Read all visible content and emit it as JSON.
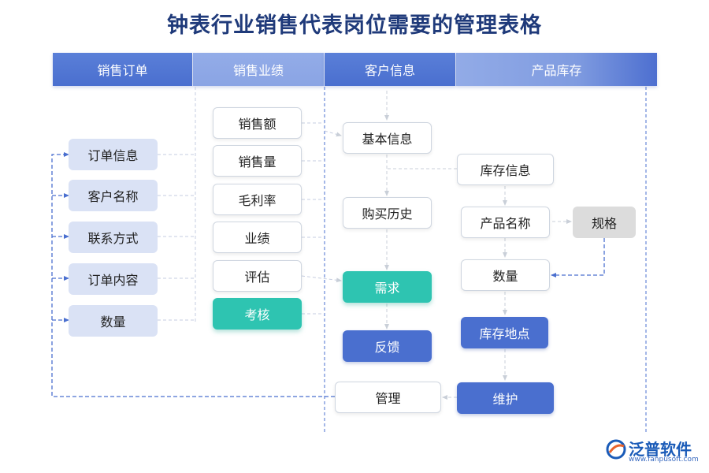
{
  "title": "钟表行业销售代表岗位需要的管理表格",
  "headers": [
    "销售订单",
    "销售业绩",
    "客户信息",
    "产品库存"
  ],
  "col1": [
    "订单信息",
    "客户名称",
    "联系方式",
    "订单内容",
    "数量"
  ],
  "col2": [
    "销售额",
    "销售量",
    "毛利率",
    "业绩",
    "评估",
    "考核"
  ],
  "col3": [
    "基本信息",
    "购买历史",
    "需求",
    "反馈",
    "管理"
  ],
  "col4": [
    "库存信息",
    "产品名称",
    "规格",
    "数量",
    "库存地点",
    "维护"
  ],
  "logo": {
    "name": "泛普软件",
    "url": "www.fanpusoft.com"
  },
  "colors": {
    "title": "#1f3a7a",
    "teal": "#2ec4b1",
    "blue": "#4a6fcf",
    "lavender": "#dae2f5",
    "line": "#4a6fcf"
  }
}
